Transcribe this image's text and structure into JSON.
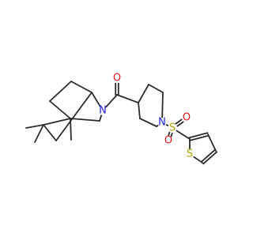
{
  "molecule": {
    "colors": {
      "bond": "#2b2b2b",
      "N": "#1f1fd6",
      "O": "#e01b1b",
      "S": "#b3a600"
    },
    "atom_labels": [
      {
        "id": "n-bicyclic-label",
        "text": "N",
        "element": "N"
      },
      {
        "id": "o-carbonyl-label",
        "text": "O",
        "element": "O"
      },
      {
        "id": "n-piperidine-label",
        "text": "N",
        "element": "N"
      },
      {
        "id": "s-sulfonyl-label",
        "text": "S",
        "element": "S"
      },
      {
        "id": "o-sulfonyl-top-label",
        "text": "O",
        "element": "O"
      },
      {
        "id": "o-sulfonyl-bottom-label",
        "text": "O",
        "element": "O"
      },
      {
        "id": "s-thiophene-label",
        "text": "S",
        "element": "S"
      }
    ]
  }
}
